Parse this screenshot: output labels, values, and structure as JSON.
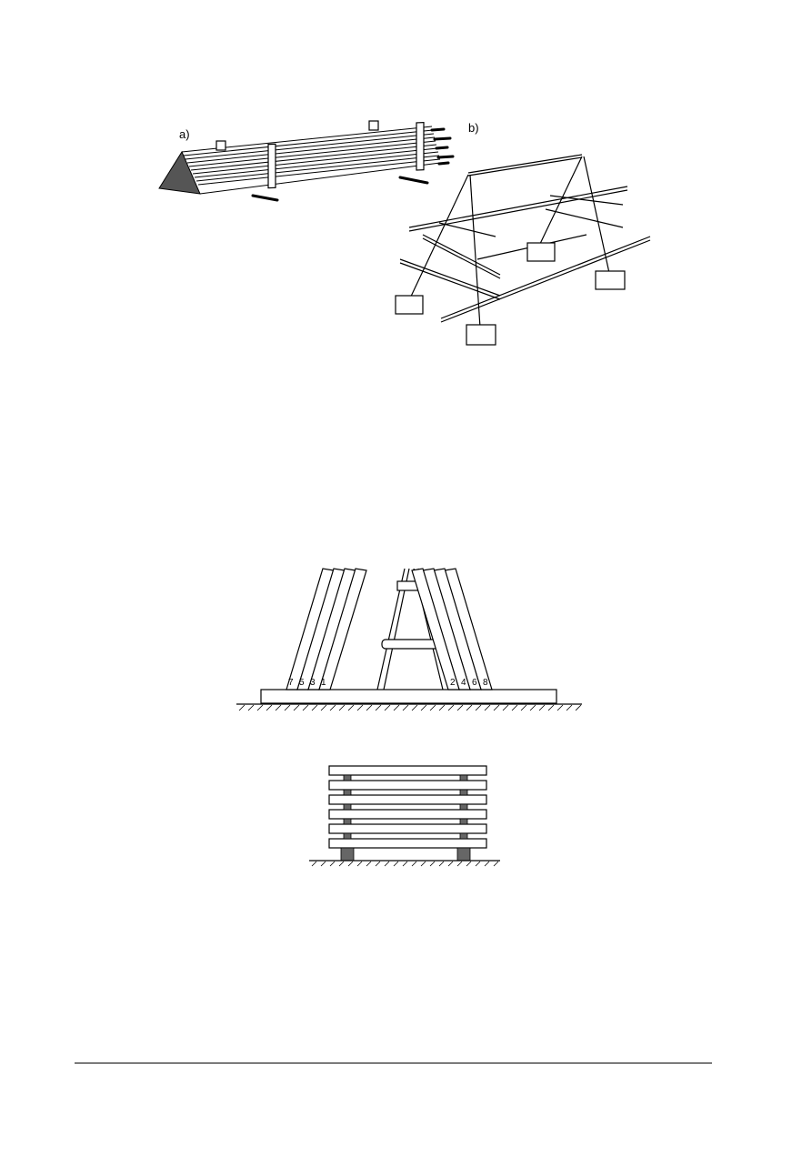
{
  "page": {
    "background": "#ffffff",
    "ink": "#000000"
  },
  "figures": [
    {
      "id": "figure-top",
      "panels": [
        {
          "label": "a)",
          "description": "triangular bundle of long pipes strapped with vertical battens on bearers"
        },
        {
          "label": "b)",
          "description": "A-frame rack with horizontal pipe supports resting on four blocks"
        }
      ]
    },
    {
      "id": "figure-middle",
      "description": "A-frame with planks leaned alternately on both sides on a base board",
      "left_numbers": [
        "7",
        "5",
        "3",
        "1"
      ],
      "right_numbers": [
        "2",
        "4",
        "6",
        "8"
      ]
    },
    {
      "id": "figure-bottom",
      "description": "horizontal planks stacked with spacer blocks between layers on two sleepers"
    }
  ],
  "footer": {
    "rule": true
  }
}
